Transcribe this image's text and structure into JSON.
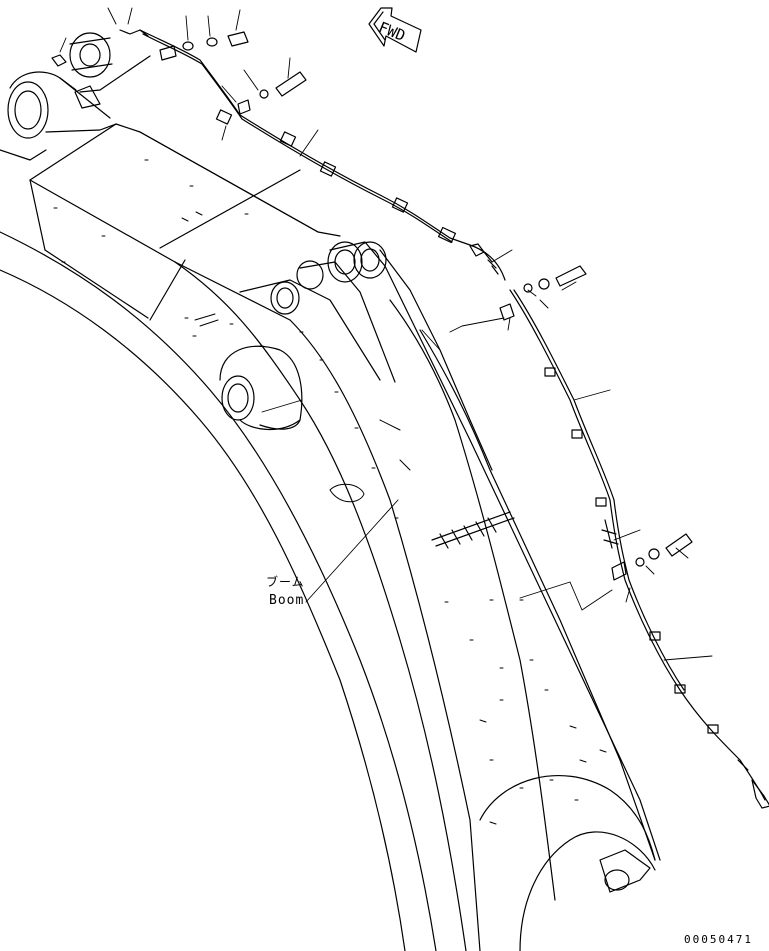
{
  "labels": {
    "boom_jp": "ブーム",
    "boom_en": "Boom",
    "fwd": "FWD",
    "drawing_number": "00050471"
  },
  "colors": {
    "line": "#000000",
    "background": "#ffffff"
  }
}
